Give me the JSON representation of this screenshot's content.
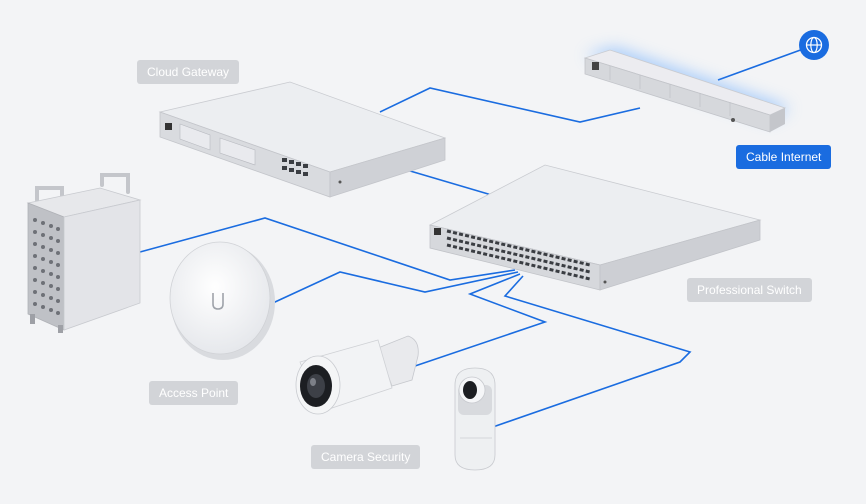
{
  "labels": {
    "cloud_gateway": "Cloud Gateway",
    "cable_internet": "Cable Internet",
    "professional_switch": "Professional Switch",
    "access_point": "Access Point",
    "camera_security": "Camera Security"
  },
  "icons": {
    "internet": "globe-icon"
  },
  "colors": {
    "link_line": "#1a6ce0",
    "primary_badge": "#1a6ce0",
    "label_badge": "#d2d4d8",
    "device_body": "#e3e4e8",
    "background": "#f3f4f6"
  }
}
